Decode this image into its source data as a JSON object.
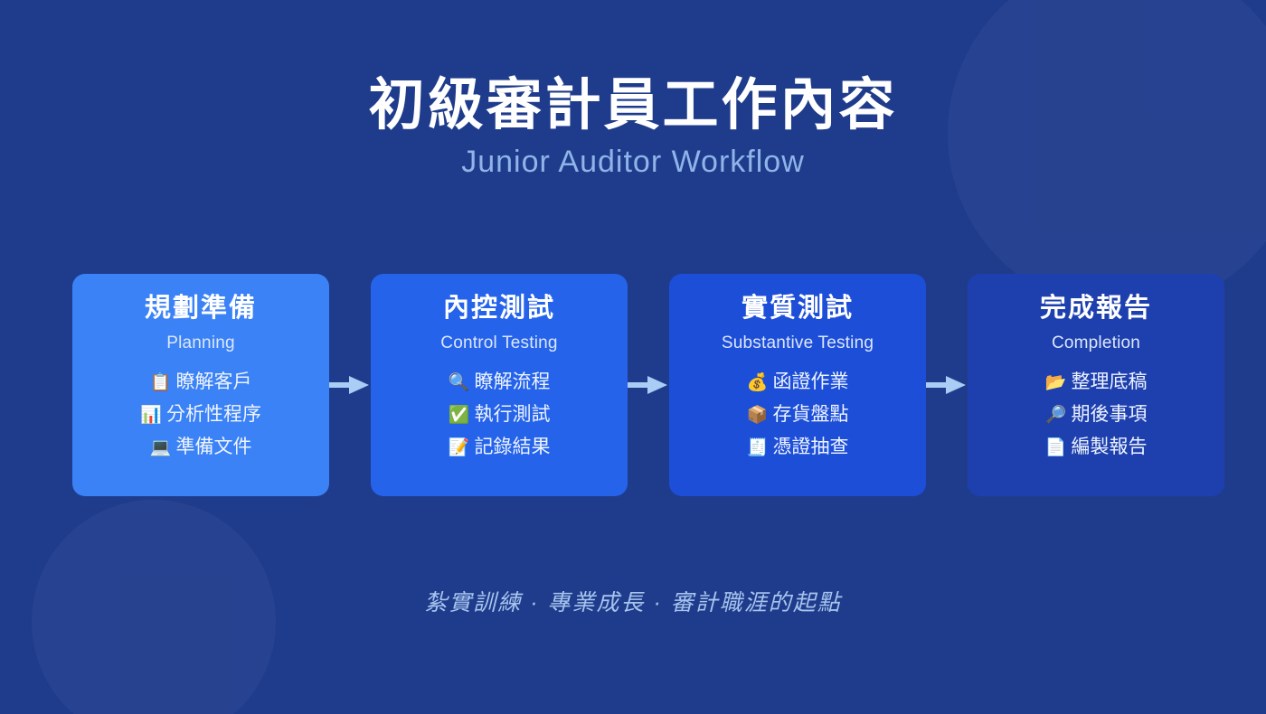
{
  "header": {
    "title": "初級審計員工作內容",
    "subtitle": "Junior Auditor Workflow"
  },
  "colors": {
    "background": "#1f3c8c",
    "card_step_1": "#3b82f6",
    "card_step_2": "#2563eb",
    "card_step_3": "#1d4ed8",
    "card_step_4": "#1e40af",
    "arrow": "#a9cdf5",
    "title_text": "#ffffff",
    "subtitle_text": "#8fb4e8",
    "card_subtitle_text": "#dbe7fb",
    "footer_text": "#a7c4ee"
  },
  "flow": {
    "arrow_icon": "arrow-right-icon",
    "steps": [
      {
        "title": "規劃準備",
        "subtitle": "Planning",
        "items": [
          {
            "icon": "📋",
            "icon_name": "clipboard-icon",
            "label": "瞭解客戶"
          },
          {
            "icon": "📊",
            "icon_name": "bar-chart-icon",
            "label": "分析性程序"
          },
          {
            "icon": "💻",
            "icon_name": "laptop-icon",
            "label": "準備文件"
          }
        ]
      },
      {
        "title": "內控測試",
        "subtitle": "Control Testing",
        "items": [
          {
            "icon": "🔍",
            "icon_name": "magnifier-left-icon",
            "label": "瞭解流程"
          },
          {
            "icon": "✅",
            "icon_name": "check-mark-icon",
            "label": "執行測試"
          },
          {
            "icon": "📝",
            "icon_name": "memo-pencil-icon",
            "label": "記錄結果"
          }
        ]
      },
      {
        "title": "實質測試",
        "subtitle": "Substantive Testing",
        "items": [
          {
            "icon": "💰",
            "icon_name": "money-bag-icon",
            "label": "函證作業"
          },
          {
            "icon": "📦",
            "icon_name": "package-box-icon",
            "label": "存貨盤點"
          },
          {
            "icon": "🧾",
            "icon_name": "receipt-icon",
            "label": "憑證抽查"
          }
        ]
      },
      {
        "title": "完成報告",
        "subtitle": "Completion",
        "items": [
          {
            "icon": "📂",
            "icon_name": "open-folder-icon",
            "label": "整理底稿"
          },
          {
            "icon": "🔎",
            "icon_name": "magnifier-right-icon",
            "label": "期後事項"
          },
          {
            "icon": "📄",
            "icon_name": "page-document-icon",
            "label": "編製報告"
          }
        ]
      }
    ]
  },
  "footer": {
    "text": "紮實訓練 · 專業成長 · 審計職涯的起點"
  }
}
